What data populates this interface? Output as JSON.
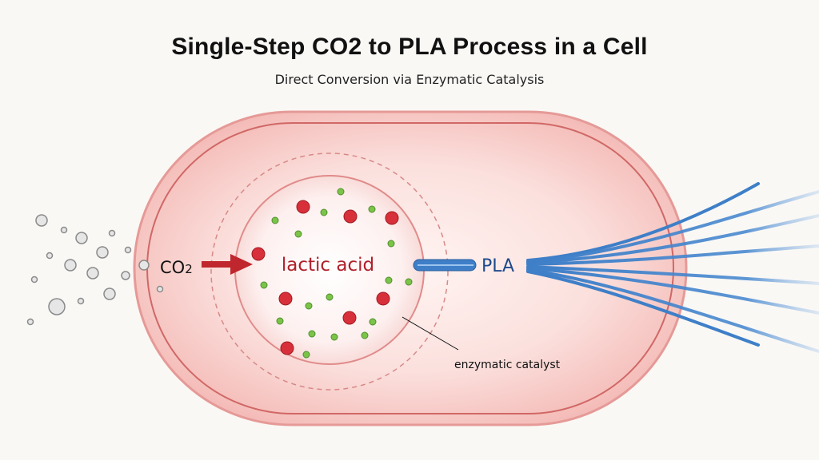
{
  "title": "Single-Step CO2 to PLA Process in a Cell",
  "subtitle": "Direct Conversion via Enzymatic Catalysis",
  "labels": {
    "co2_main": "CO",
    "co2_sub": "2",
    "lactic_acid": "lactic acid",
    "pla": "PLA",
    "enzymatic_catalyst": "enzymatic catalyst"
  },
  "colors": {
    "cell_fill": "#f7c9c6",
    "cell_border": "#d87a78",
    "inner_circle": "#e99a98",
    "red_molecule": "#d8303a",
    "green_molecule": "#7cc34a",
    "arrow": "#c0262d",
    "lactic_text": "#b0202a",
    "pla_text": "#1e4a8c",
    "fiber": "#3e7fc8",
    "co2_bubble": "#9a9a9a"
  },
  "icons": [
    "co2-bubble",
    "arrow-right",
    "red-molecule",
    "green-molecule",
    "pla-fiber"
  ]
}
